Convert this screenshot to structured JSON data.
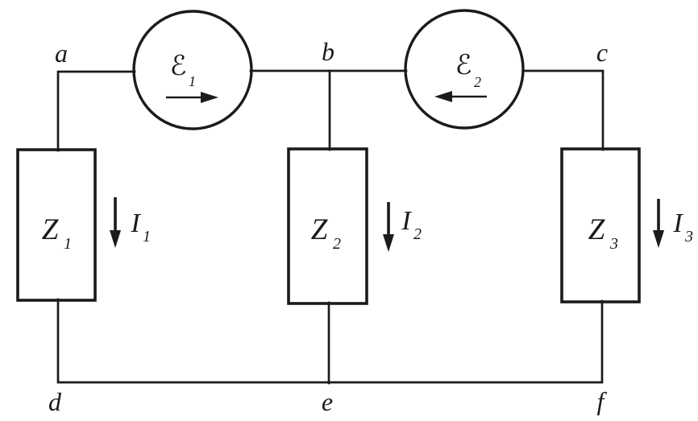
{
  "colors": {
    "ink": "#1b1b1b",
    "background": "#ffffff"
  },
  "nodes": {
    "a": {
      "label": "a"
    },
    "b": {
      "label": "b"
    },
    "c": {
      "label": "c"
    },
    "d": {
      "label": "d"
    },
    "e": {
      "label": "e"
    },
    "f": {
      "label": "f"
    }
  },
  "sources": {
    "emf1": {
      "symbol": "ℰ",
      "sub": "1",
      "arrow_direction": "right"
    },
    "emf2": {
      "symbol": "ℰ",
      "sub": "2",
      "arrow_direction": "left"
    }
  },
  "impedances": {
    "z1": {
      "symbol": "Z",
      "sub": "1"
    },
    "z2": {
      "symbol": "Z",
      "sub": "2"
    },
    "z3": {
      "symbol": "Z",
      "sub": "3"
    }
  },
  "currents": {
    "i1": {
      "symbol": "I",
      "sub": "1",
      "arrow_direction": "down"
    },
    "i2": {
      "symbol": "I",
      "sub": "2",
      "arrow_direction": "down"
    },
    "i3": {
      "symbol": "I",
      "sub": "3",
      "arrow_direction": "down"
    }
  }
}
